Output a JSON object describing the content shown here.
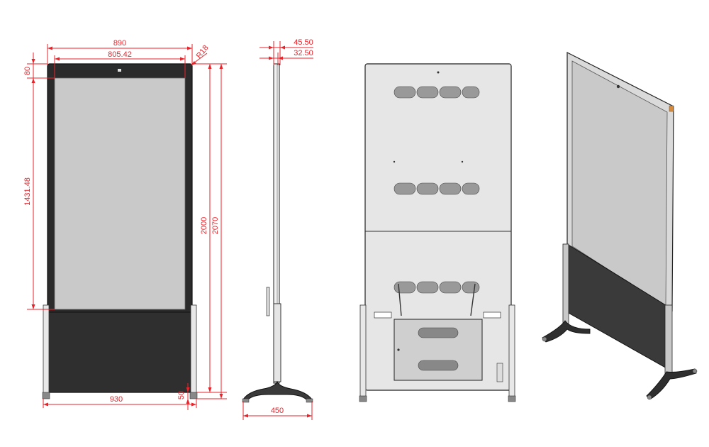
{
  "dimensions": {
    "overall_width": "890",
    "screen_width": "805.42",
    "radius": "R18",
    "top_bezel": "80",
    "screen_height": "1431.48",
    "height_inner": "2000",
    "height_total": "2070",
    "base_width": "930",
    "foot_height": "50",
    "depth_total": "45.50",
    "depth_panel": "32.50",
    "foot_depth": "450"
  },
  "colors": {
    "dimension_red": "#e8232a",
    "bezel": "#2b2b2b",
    "screen_gray": "#c9c9c9",
    "panel_back": "#e6e6e6",
    "outline": "#333333"
  }
}
